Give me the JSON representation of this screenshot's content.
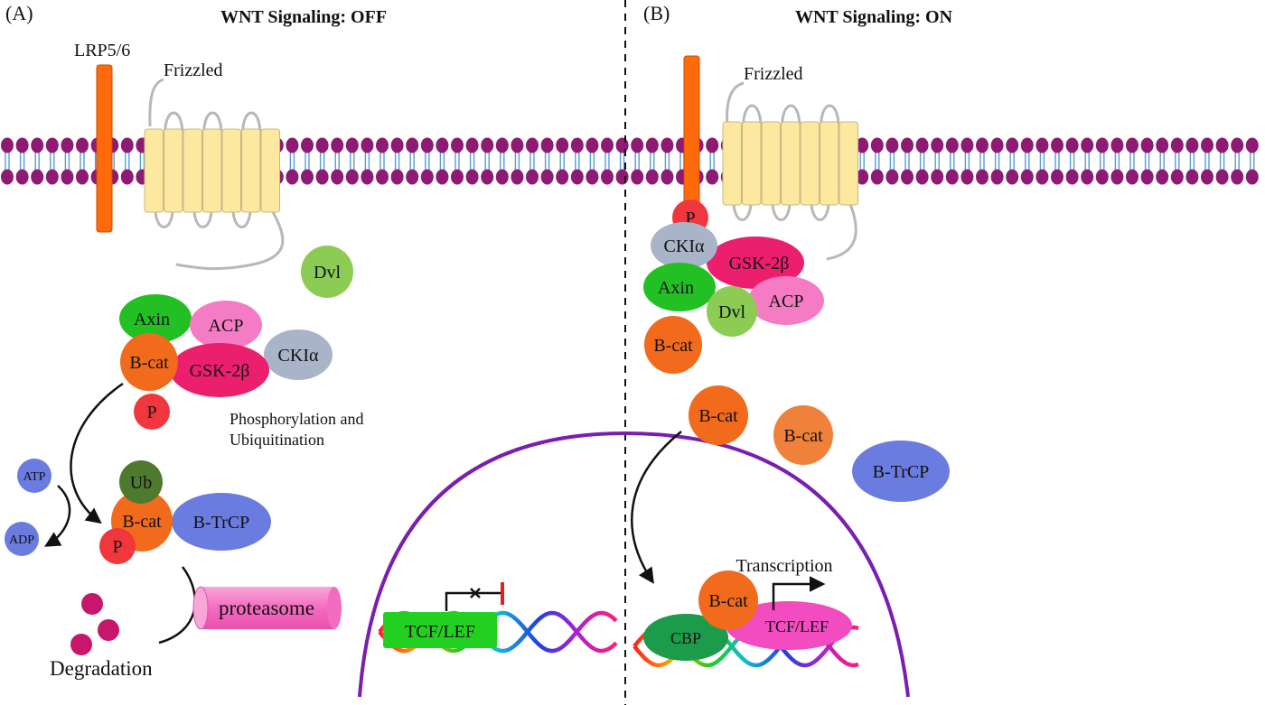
{
  "panel_a": {
    "letter": "(A)",
    "title": "WNT Signaling: OFF",
    "lrp_label": "LRP5/6",
    "frizzled_label": "Frizzled",
    "dvl": "Dvl",
    "axin": "Axin",
    "acp": "ACP",
    "bcat": "B-cat",
    "gsk": "GSK-2β",
    "ckia": "CKIα",
    "p": "P",
    "process_line1": "Phosphorylation and",
    "process_line2": "Ubiquitination",
    "atp": "ATP",
    "adp": "ADP",
    "ub": "Ub",
    "bcat2": "B-cat",
    "btrcp": "B-TrCP",
    "p2": "P",
    "proteasome": "proteasome",
    "degradation": "Degradation",
    "tcf": "TCF/LEF"
  },
  "panel_b": {
    "letter": "(B)",
    "title": "WNT Signaling: ON",
    "frizzled_label": "Frizzled",
    "p": "P",
    "ckia": "CKIα",
    "gsk": "GSK-2β",
    "axin": "Axin",
    "dvl": "Dvl",
    "acp": "ACP",
    "bcat1": "B-cat",
    "bcat2": "B-cat",
    "bcat3": "B-cat",
    "btrcp": "B-TrCP",
    "transcription": "Transcription",
    "bcat4": "B-cat",
    "cbp": "CBP",
    "tcf": "TCF/LEF"
  },
  "colors": {
    "lipid_head": "#8e1b73",
    "lipid_tail": "#5a9ad6",
    "frizzled": "#fde8a0",
    "lrp": "#ff6a0d",
    "bcat": "#f26a1b",
    "axin": "#22c022",
    "acp": "#f57cc4",
    "gsk": "#ec1f6e",
    "ckia": "#a9b4c8",
    "dvl": "#8ccc55",
    "phospho": "#f0373d",
    "ub": "#4f7a2d",
    "btrcp": "#6a7ce0",
    "tcf_green": "#22d022",
    "tcf_pink": "#f24cc0",
    "cbp": "#1c9b4a",
    "nucleus": "#7a1eb0",
    "proteasome": "#f57cc4",
    "degradation": "#c8166d"
  }
}
